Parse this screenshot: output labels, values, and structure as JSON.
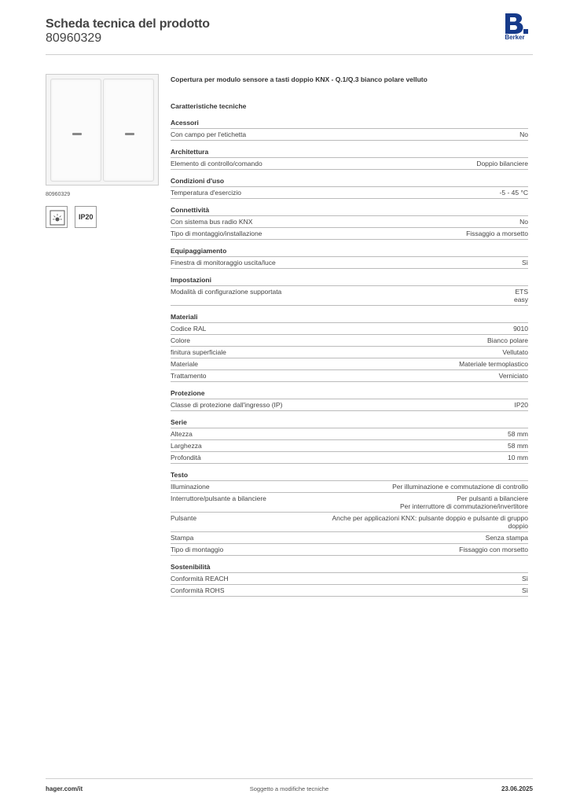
{
  "header": {
    "title": "Scheda tecnica del prodotto",
    "code": "80960329",
    "logo_letter": "B.",
    "logo_text": "Berker"
  },
  "product": {
    "image_caption": "80960329",
    "badge_ip": "IP20",
    "title": "Copertura per modulo sensore a tasti doppio KNX - Q.1/Q.3 bianco polare velluto",
    "tech_heading": "Caratteristiche tecniche"
  },
  "sections": [
    {
      "heading": "Acessori",
      "rows": [
        {
          "k": "Con campo per l'etichetta",
          "v": "No"
        }
      ]
    },
    {
      "heading": "Architettura",
      "rows": [
        {
          "k": "Elemento di controllo/comando",
          "v": "Doppio bilanciere"
        }
      ]
    },
    {
      "heading": "Condizioni d'uso",
      "rows": [
        {
          "k": "Temperatura d'esercizio",
          "v": "-5 - 45 °C"
        }
      ]
    },
    {
      "heading": "Connettività",
      "rows": [
        {
          "k": "Con sistema bus radio KNX",
          "v": "No"
        },
        {
          "k": "Tipo di montaggio/installazione",
          "v": "Fissaggio a morsetto"
        }
      ]
    },
    {
      "heading": "Equipaggiamento",
      "rows": [
        {
          "k": "Finestra di monitoraggio uscita/luce",
          "v": "Sì"
        }
      ]
    },
    {
      "heading": "Impostazioni",
      "rows": [
        {
          "k": "Modalità di configurazione supportata",
          "v": "ETS\neasy"
        }
      ]
    },
    {
      "heading": "Materiali",
      "rows": [
        {
          "k": "Codice RAL",
          "v": "9010"
        },
        {
          "k": "Colore",
          "v": "Bianco polare"
        },
        {
          "k": "finitura superficiale",
          "v": "Vellutato"
        },
        {
          "k": "Materiale",
          "v": "Materiale termoplastico"
        },
        {
          "k": "Trattamento",
          "v": "Verniciato"
        }
      ]
    },
    {
      "heading": "Protezione",
      "rows": [
        {
          "k": "Classe di protezione dall'ingresso (IP)",
          "v": "IP20"
        }
      ]
    },
    {
      "heading": "Serie",
      "rows": [
        {
          "k": "Altezza",
          "v": "58 mm"
        },
        {
          "k": "Larghezza",
          "v": "58 mm"
        },
        {
          "k": "Profondità",
          "v": "10 mm"
        }
      ]
    },
    {
      "heading": "Testo",
      "rows": [
        {
          "k": "Illuminazione",
          "v": "Per illuminazione e commutazione di controllo"
        },
        {
          "k": "Interruttore/pulsante a bilanciere",
          "v": "Per pulsanti a bilanciere\nPer interruttore di commutazione/invertitore"
        },
        {
          "k": "Pulsante",
          "v": "Anche per applicazioni KNX: pulsante doppio e pulsante di gruppo\ndoppio"
        },
        {
          "k": "Stampa",
          "v": "Senza stampa"
        },
        {
          "k": "Tipo di montaggio",
          "v": "Fissaggio con morsetto"
        }
      ]
    },
    {
      "heading": "Sostenibilità",
      "rows": [
        {
          "k": "Conformità REACH",
          "v": "Sì"
        },
        {
          "k": "Conformità ROHS",
          "v": "Sì"
        }
      ]
    }
  ],
  "footer": {
    "left": "hager.com/it",
    "center": "Soggetto a modifiche tecniche",
    "right": "23.06.2025"
  },
  "colors": {
    "brand": "#163a8a",
    "text": "#333333",
    "rule": "#bbbbbb"
  },
  "icons": [
    "logo-b",
    "light-indicator-icon"
  ]
}
